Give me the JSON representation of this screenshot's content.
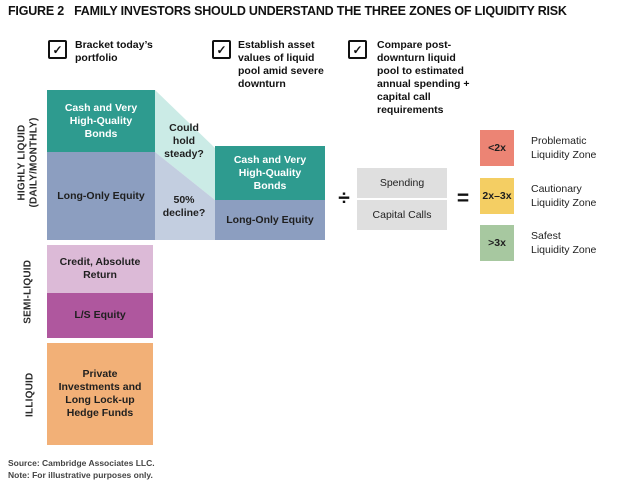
{
  "title": {
    "figure_label": "FIGURE 2",
    "text": "FAMILY INVESTORS SHOULD UNDERSTAND THE THREE ZONES OF LIQUIDITY RISK"
  },
  "check_glyph": "✓",
  "checklist": [
    {
      "label": "Bracket today’s\nportfolio"
    },
    {
      "label": "Establish asset\nvalues of liquid\npool amid severe\ndownturn"
    },
    {
      "label": "Compare post-\ndownturn liquid\npool to estimated\nannual spending +\ncapital call\nrequirements"
    }
  ],
  "axis_labels": {
    "highly_liquid": "HIGHLY LIQUID\n(DAILY/MONTHLY)",
    "semi_liquid": "SEMI-LIQUID",
    "illiquid": "ILLIQUID"
  },
  "diagram": {
    "pre_downturn": {
      "cash": "Cash and Very\nHigh-Quality\nBonds",
      "equity": "Long-Only Equity"
    },
    "transition": {
      "hold": "Could\nhold\nsteady?",
      "decline": "50%\ndecline?"
    },
    "post_downturn": {
      "cash": "Cash and Very\nHigh-Quality\nBonds",
      "equity": "Long-Only Equity"
    },
    "divide_symbol": "÷",
    "equals_symbol": "=",
    "ratio_box": {
      "numerator": "Spending",
      "denominator": "Capital Calls"
    },
    "semi_liquid": {
      "credit": "Credit, Absolute\nReturn",
      "ls_equity": "L/S Equity"
    },
    "illiquid_block": "Private\nInvestments and\nLong Lock-up\nHedge Funds"
  },
  "legend": [
    {
      "value": "<2x",
      "label": "Problematic\nLiquidity Zone",
      "color": "#EC8474"
    },
    {
      "value": "2x–3x",
      "label": "Cautionary\nLiquidity Zone",
      "color": "#F4CE63"
    },
    {
      "value": ">3x",
      "label": "Safest\nLiquidity Zone",
      "color": "#A7C8A0"
    }
  ],
  "colors": {
    "teal": "#2E9B8F",
    "slate": "#8C9EC0",
    "light_teal": "#CBEBE6",
    "light_slate": "#C3CEE0",
    "pink": "#DCBAD7",
    "magenta": "#AF579E",
    "orange": "#F2B077",
    "ratio_gray": "#DFDFDF"
  },
  "footer": {
    "source": "Source: Cambridge Associates LLC.",
    "note": "Note: For illustrative purposes only."
  }
}
